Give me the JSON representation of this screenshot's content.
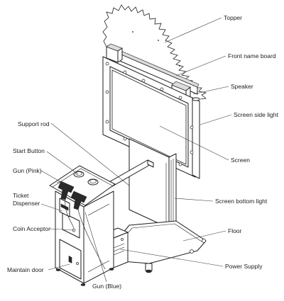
{
  "diagram": {
    "labels": {
      "topper": "Topper",
      "front_name_board": "Front name board",
      "speaker": "Speaker",
      "screen_side_light": "Screen side light",
      "support_rod": "Support rod",
      "start_button": "Start Button",
      "screen": "Screen",
      "gun_pink": "Gun (Pink)",
      "ticket_dispenser_line1": "Ticket",
      "ticket_dispenser_line2": "Dispenser",
      "screen_bottom_light": "Screen bottom light",
      "coin_acceptor": "Coin Acceptor",
      "floor": "Floor",
      "power_supply": "Power Supply",
      "maintain_door": "Maintain door",
      "gun_blue": "Gun (Blue)"
    }
  }
}
